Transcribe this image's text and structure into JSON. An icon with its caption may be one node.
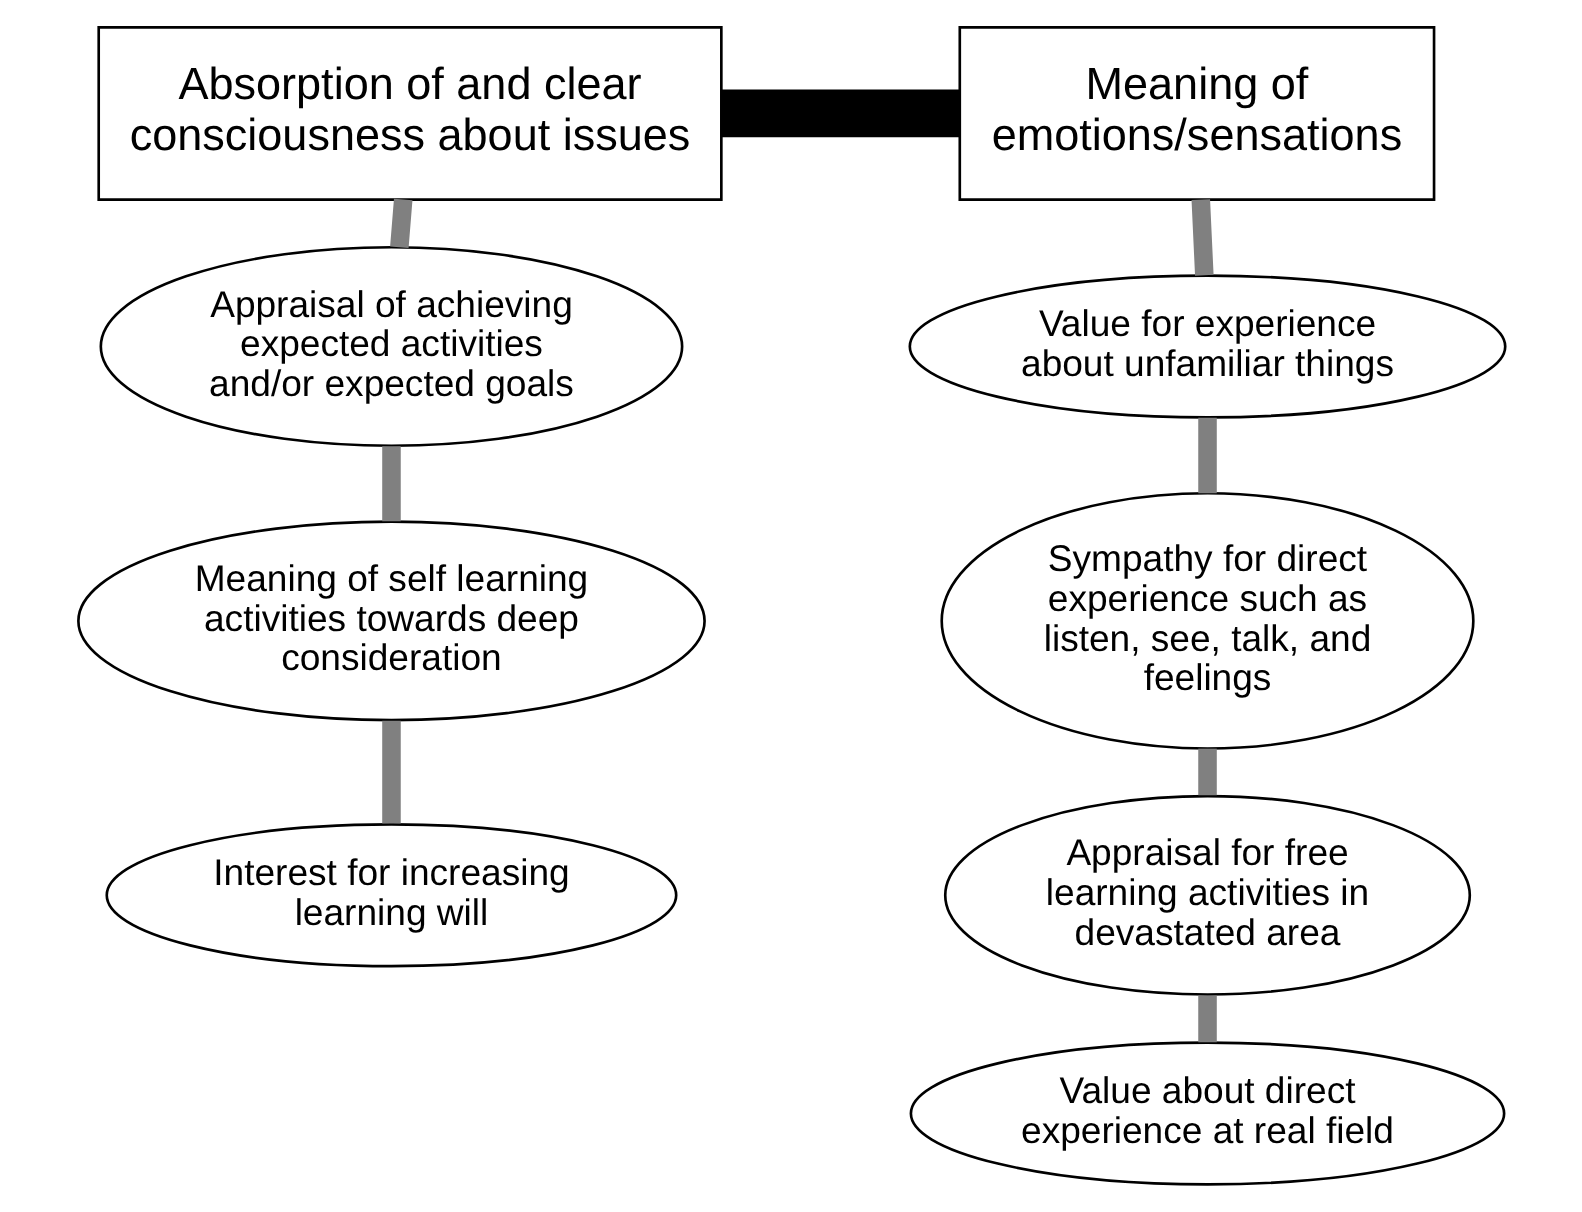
{
  "diagram": {
    "nodes": [
      {
        "text": [
          "Absorption of and clear consciousness about issues"
        ]
      },
      {
        "text": [
          "Meaning of emotions/sensations"
        ]
      },
      {
        "text": [
          "Appraisal of achieving expected activities and/or expected goals"
        ]
      },
      {
        "text": [
          "Meaning of self learning activities towards deep consideration"
        ]
      },
      {
        "text": [
          "Interest for increasing learning will"
        ]
      },
      {
        "text": [
          "Value for experience about unfamiliar things"
        ]
      },
      {
        "text": [
          "Sympathy for direct experience such as listen, see, talk, and feelings"
        ]
      },
      {
        "text": [
          "Appraisal for free learning activities in devastated area"
        ]
      },
      {
        "text": [
          "Value about direct experience at real field"
        ]
      }
    ],
    "edges": [
      {
        "from": 0,
        "to": 1,
        "arrow": "none",
        "style": "thick",
        "color": "#000000"
      },
      {
        "from": 0,
        "to": 2,
        "arrow": "none"
      },
      {
        "from": 2,
        "to": 3,
        "arrow": "none"
      },
      {
        "from": 3,
        "to": 4,
        "arrow": "none"
      },
      {
        "from": 1,
        "to": 5,
        "arrow": "none"
      },
      {
        "from": 5,
        "to": 6,
        "arrow": "none"
      },
      {
        "from": 6,
        "to": 7,
        "arrow": "none"
      },
      {
        "from": 7,
        "to": 8,
        "arrow": "none"
      }
    ]
  }
}
